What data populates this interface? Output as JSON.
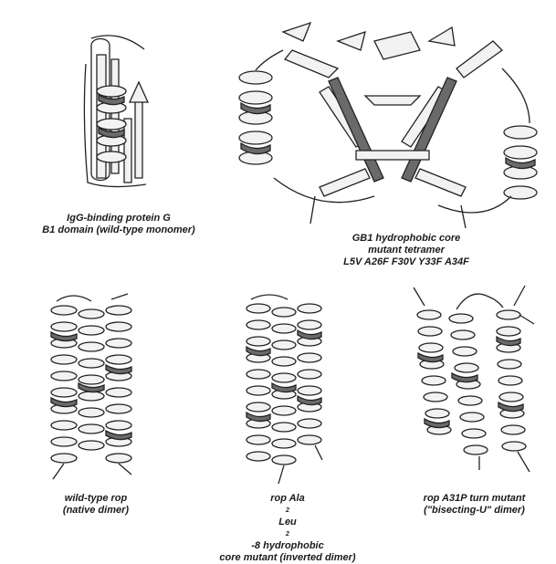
{
  "figure": {
    "panels": [
      {
        "id": "gb1-monomer",
        "caption": [
          "IgG-binding protein G",
          "B1 domain (wild-type monomer)"
        ]
      },
      {
        "id": "gb1-tetramer",
        "caption": [
          "GB1 hydrophobic core",
          "mutant tetramer",
          "L5V A26F F30V Y33F A34F"
        ]
      },
      {
        "id": "rop-wildtype",
        "caption": [
          "wild-type rop",
          "(native dimer)"
        ]
      },
      {
        "id": "rop-ala-leu",
        "caption_parts": {
          "prefix": "rop Ala",
          "sub1": "2",
          "mid": "Leu",
          "sub2": "2",
          "suffix": "-8 hydrophobic"
        },
        "caption": [
          "core mutant (inverted dimer)"
        ]
      },
      {
        "id": "rop-a31p",
        "caption": [
          "rop A31P turn mutant",
          "(\"bisecting-U\" dimer)"
        ]
      }
    ],
    "colors": {
      "ribbon_light": "#f2f2f2",
      "ribbon_dark": "#6a6a6a",
      "outline": "#222222"
    }
  }
}
